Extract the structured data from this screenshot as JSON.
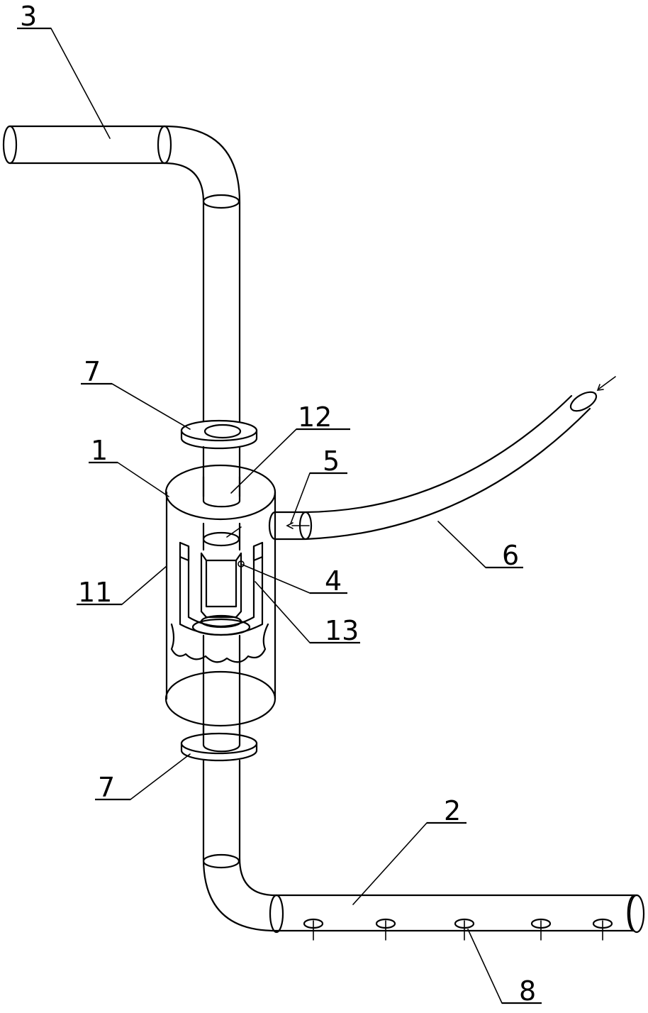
{
  "labels": {
    "l3": "3",
    "l7_top": "7",
    "l12": "12",
    "l1": "1",
    "l5": "5",
    "l6": "6",
    "l11": "11",
    "l4": "4",
    "l13": "13",
    "l7_bottom": "7",
    "l2": "2",
    "l8": "8"
  }
}
